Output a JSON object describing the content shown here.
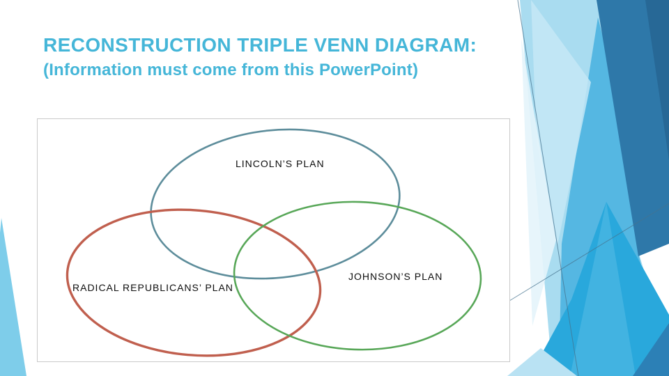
{
  "slide": {
    "title": "RECONSTRUCTION TRIPLE VENN DIAGRAM:",
    "subtitle": "(Information must come from this PowerPoint)",
    "title_color": "#45b6d8"
  },
  "venn": {
    "circles": [
      {
        "id": "lincoln",
        "label": "LINCOLN’S PLAN",
        "color": "#5d8d9b"
      },
      {
        "id": "radical-republicans",
        "label": "RADICAL REPUBLICANS’ PLAN",
        "color": "#c05f4e"
      },
      {
        "id": "johnson",
        "label": "JOHNSON’S PLAN",
        "color": "#58a758"
      }
    ],
    "label_color": "#0d0d0d",
    "panel_border_color": "#c9c9c9"
  },
  "theme": {
    "decoration_blues": [
      "#a9dcf0",
      "#55b7e2",
      "#29a8dc",
      "#2e78a9",
      "#276896",
      "#7ecdea",
      "#d8edf8"
    ]
  }
}
